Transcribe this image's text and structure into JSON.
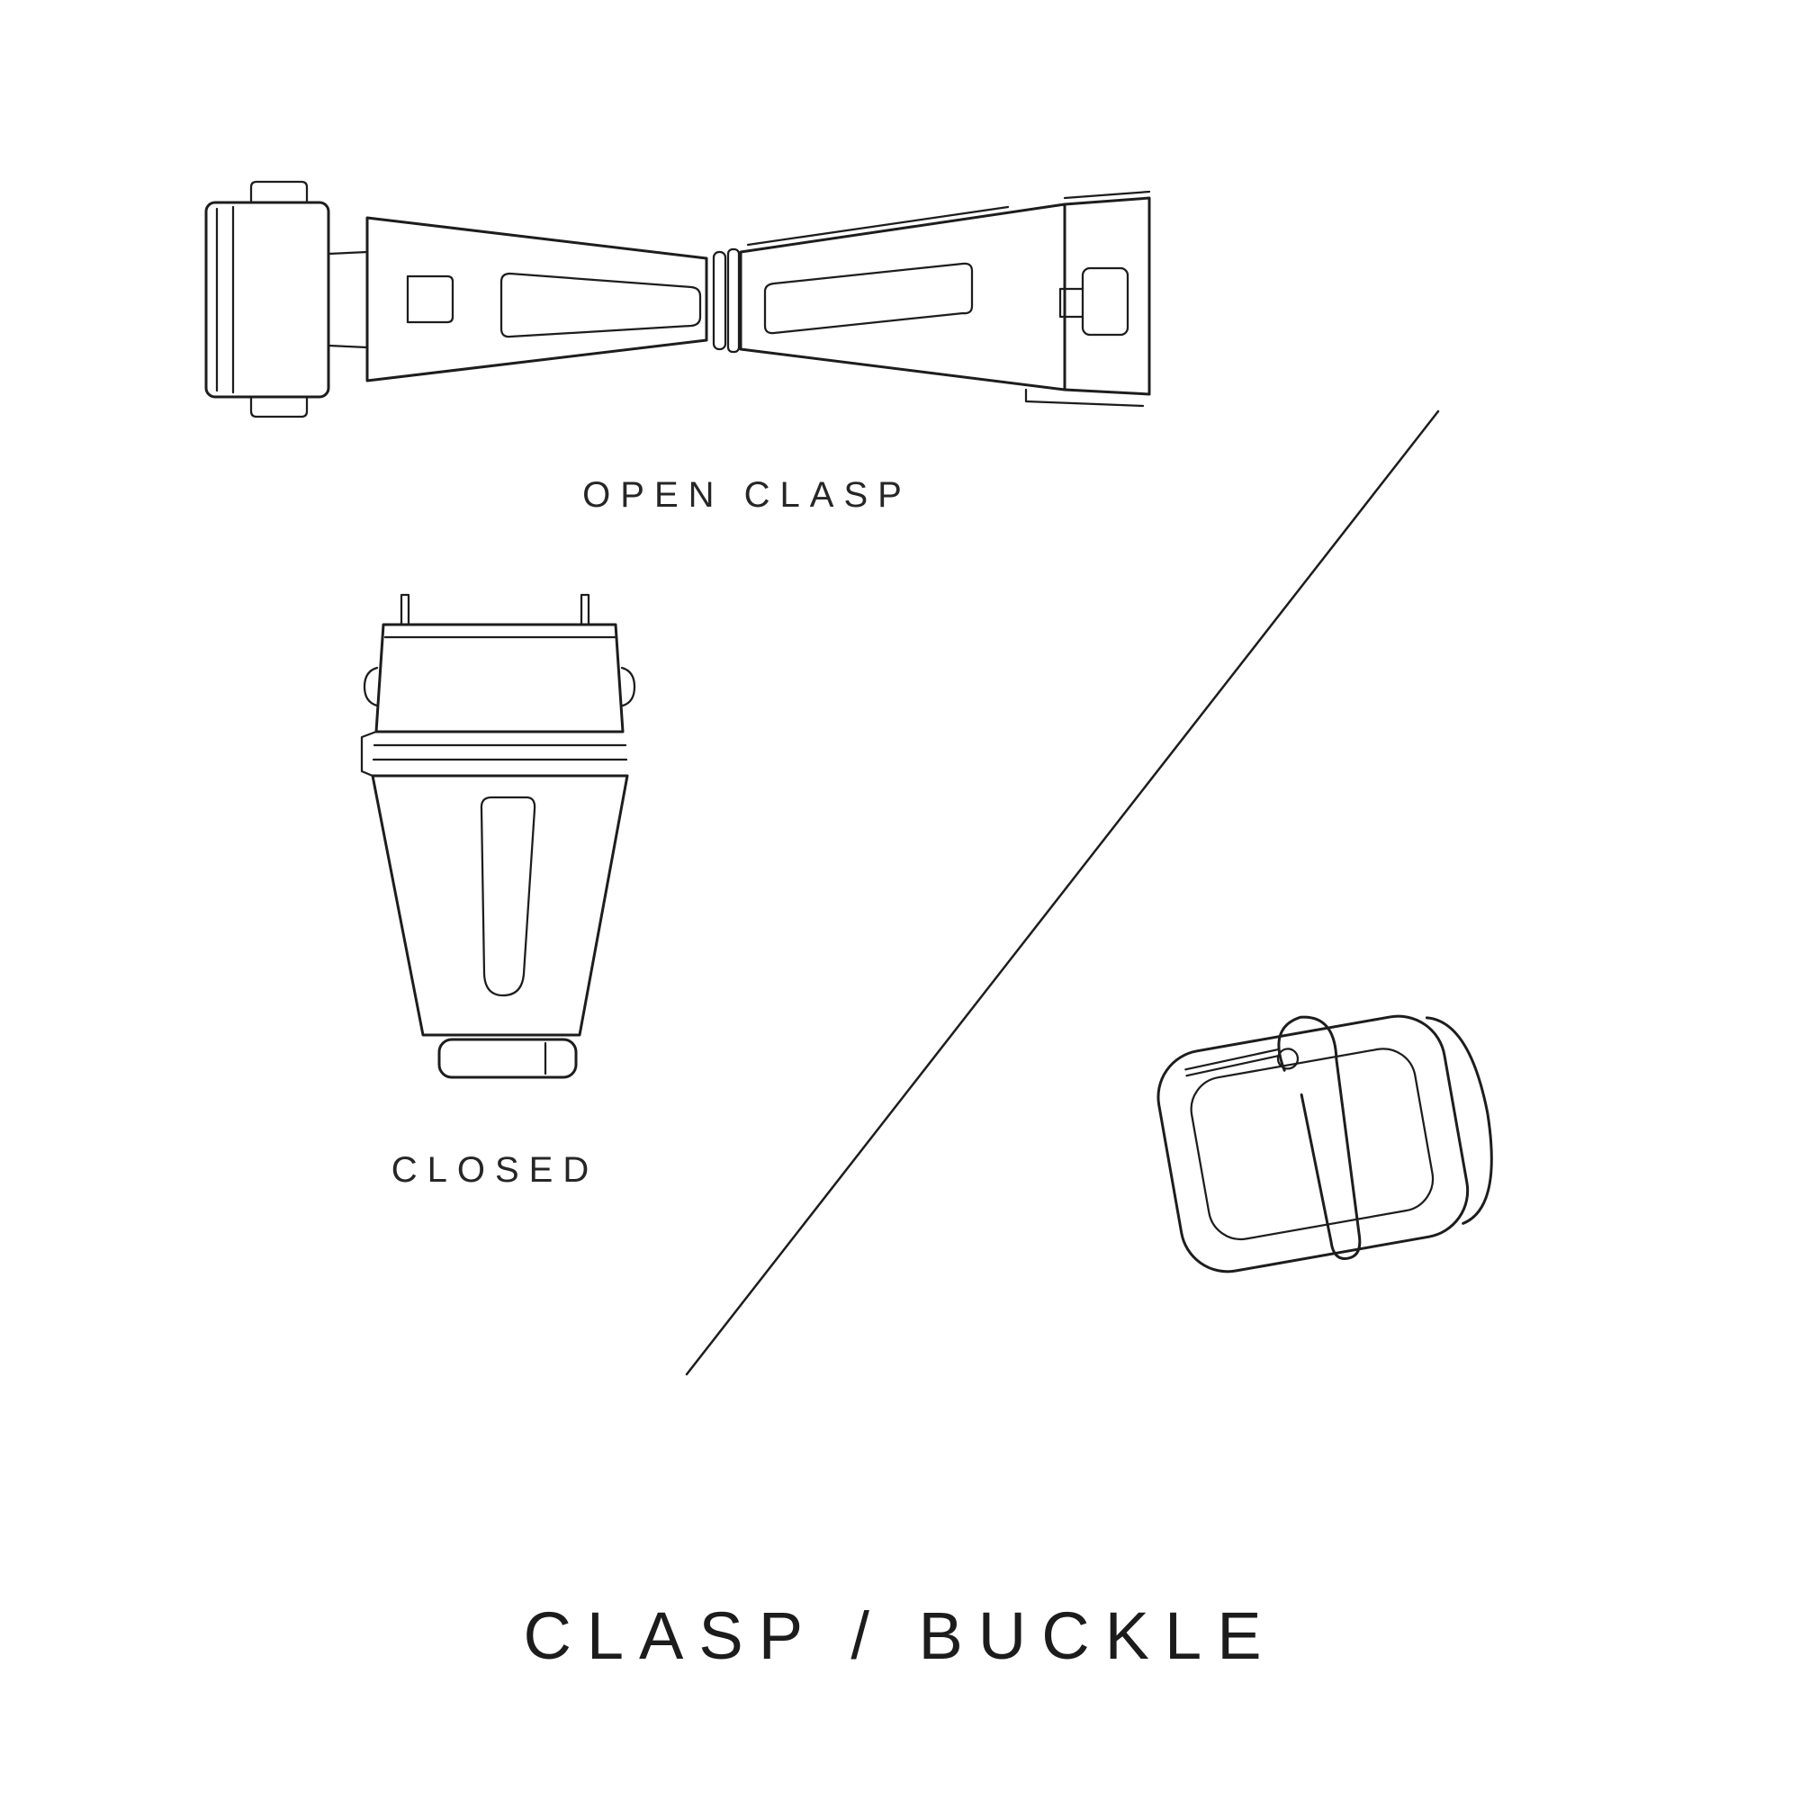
{
  "page": {
    "background": "#ffffff",
    "line_color": "#1d1d1d"
  },
  "title": {
    "text": "CLASP / BUCKLE"
  },
  "figures": {
    "open_clasp": {
      "label": "OPEN CLASP"
    },
    "closed_clasp": {
      "label": "CLOSED"
    },
    "pin_buckle": {}
  }
}
